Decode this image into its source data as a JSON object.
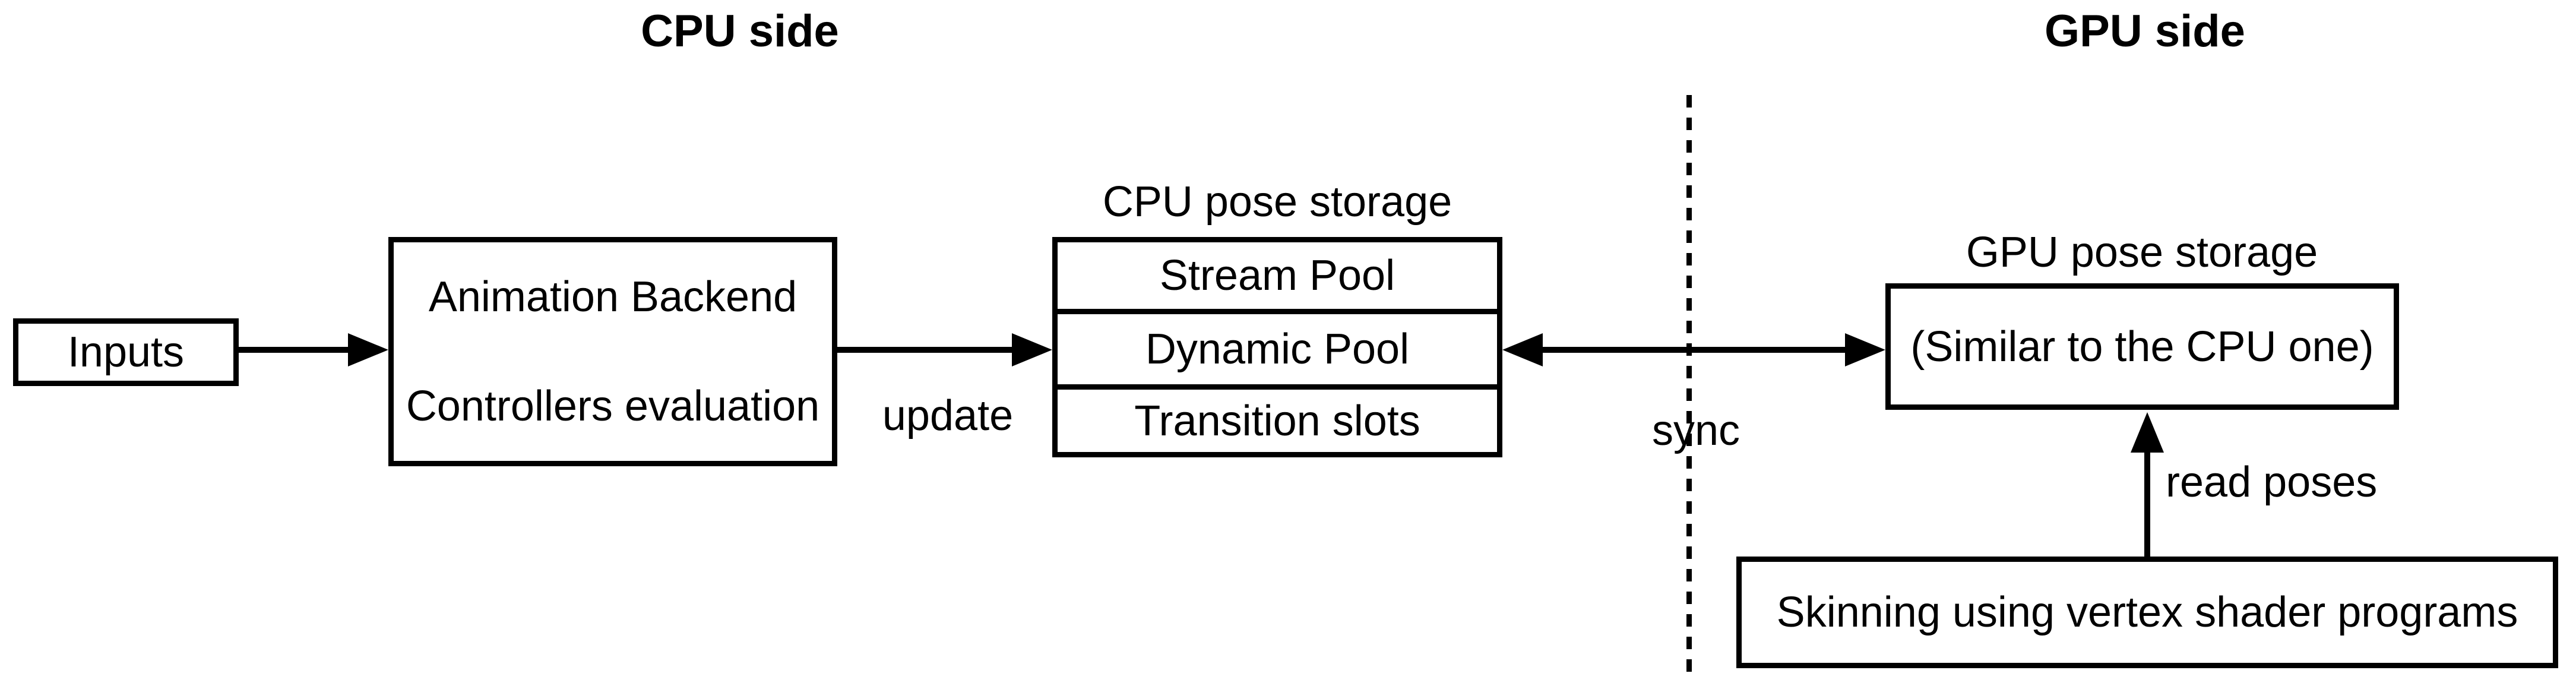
{
  "colors": {
    "foreground": "#000000",
    "background": "#ffffff"
  },
  "titles": {
    "cpu_side": "CPU side",
    "gpu_side": "GPU side"
  },
  "cpu": {
    "inputs_label": "Inputs",
    "backend_line1": "Animation Backend",
    "backend_line2": "Controllers evaluation",
    "update_label": "update",
    "pose_storage_title": "CPU pose storage",
    "pose_storage_rows": [
      "Stream Pool",
      "Dynamic Pool",
      "Transition slots"
    ]
  },
  "sync_label": "sync",
  "gpu": {
    "pose_storage_title": "GPU pose storage",
    "pose_storage_content": "(Similar to the CPU one)",
    "read_poses_label": "read poses",
    "skinning_label": "Skinning using vertex shader programs"
  }
}
